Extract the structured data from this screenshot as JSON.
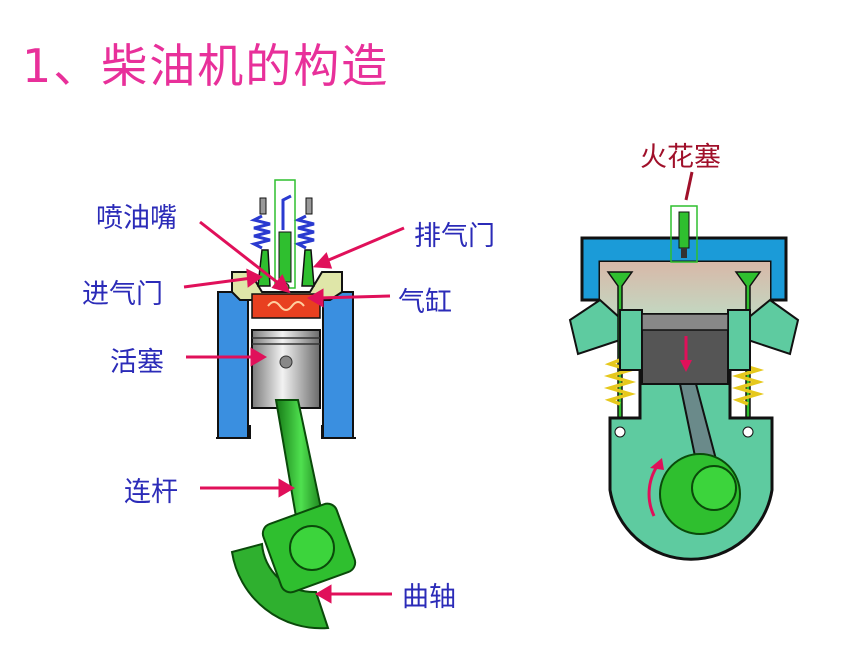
{
  "title": "1、柴油机的构造",
  "labels": {
    "injector": "喷油嘴",
    "exhaust_valve": "排气门",
    "intake_valve": "进气门",
    "cylinder": "气缸",
    "piston": "活塞",
    "connecting_rod": "连杆",
    "crankshaft": "曲轴",
    "spark_plug": "火花塞"
  },
  "colors": {
    "title": "#e8309a",
    "label": "#2b2bb8",
    "spark_label": "#a0102a",
    "arrow": "#e0105a",
    "cylinder_blue": "#3a8fe0",
    "green": "#2fbf2f",
    "teal": "#5ecba0"
  }
}
